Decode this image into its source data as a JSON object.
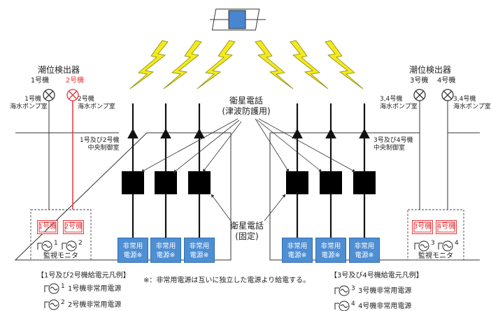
{
  "diagram": {
    "tide_detector": "潮位検出器",
    "sat_phone_tsunami": "衛星電話\n(津波防護用)",
    "sat_phone_fixed": "衛星電話\n(固定)",
    "left": {
      "unit1_label": "1号機",
      "unit1_room": "1号機\n海水ポンプ室",
      "unit2_label": "2号機",
      "unit2_room": "2号機\n海水ポンプ室",
      "control_room": "1号及び2号機\n中央制御室",
      "monitor_box1": "1号機",
      "monitor_box2": "2号機",
      "monitor_label": "監視モニタ",
      "src_num_1": "1",
      "src_num_2": "2"
    },
    "right": {
      "unit3_label": "3号機",
      "unit34_room_a": "3,4号機\n海水ポンプ室",
      "unit4_label": "4号機",
      "unit34_room_b": "3,4号機\n海水ポンプ室",
      "control_room": "3号及び4号機\n中央制御室",
      "monitor_box3": "3号機",
      "monitor_box4": "4号機",
      "monitor_label": "監視モニタ",
      "src_num_3": "3",
      "src_num_4": "4"
    },
    "emergency_power": [
      "非常用\n電源※",
      "非常用\n電源※",
      "非常用\n電源※",
      "非常用\n電源※",
      "非常用\n電源※",
      "非常用\n電源※"
    ],
    "legend_left": {
      "title": "【1号及び2号機給電元凡例】",
      "item1_num": "1",
      "item1_text": "1号機非常用電源",
      "item2_num": "2",
      "item2_text": "2号機非常用電源"
    },
    "legend_right": {
      "title": "【3号及び4号機給電元凡例】",
      "item3_num": "3",
      "item3_text": "3号機非常用電源",
      "item4_num": "4",
      "item4_text": "4号機非常用電源"
    },
    "note": "※：非常用電源は互いに独立した電源より給電する。",
    "colors": {
      "power_box": "#4e8ed3",
      "satellite": "#4a86d0",
      "lightning": "#f2ea1d",
      "highlight": "#e8343a"
    }
  }
}
